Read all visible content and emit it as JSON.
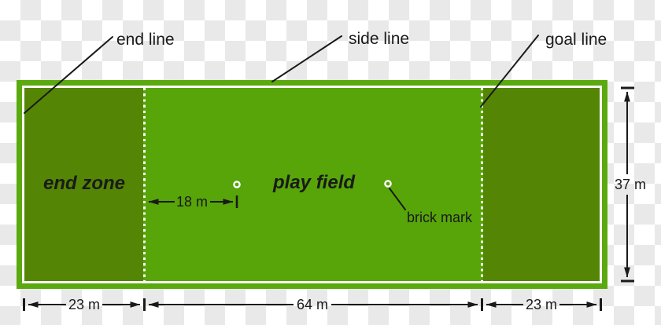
{
  "labels": {
    "end_line": "end line",
    "side_line": "side line",
    "goal_line": "goal line",
    "end_zone": "end zone",
    "play_field": "play field",
    "brick_mark": "brick mark"
  },
  "dimensions": {
    "left_end_zone_width": "23 m",
    "play_field_length": "64 m",
    "right_end_zone_width": "23 m",
    "field_width": "37 m",
    "brick_mark_distance": "18 m"
  },
  "colors": {
    "field_border": "#5aa90e",
    "play_field": "#57a509",
    "end_zone": "#548505",
    "line_white": "#ffffff",
    "checker_gray": "#e9e9e9",
    "annotation": "#1a1a1a"
  }
}
